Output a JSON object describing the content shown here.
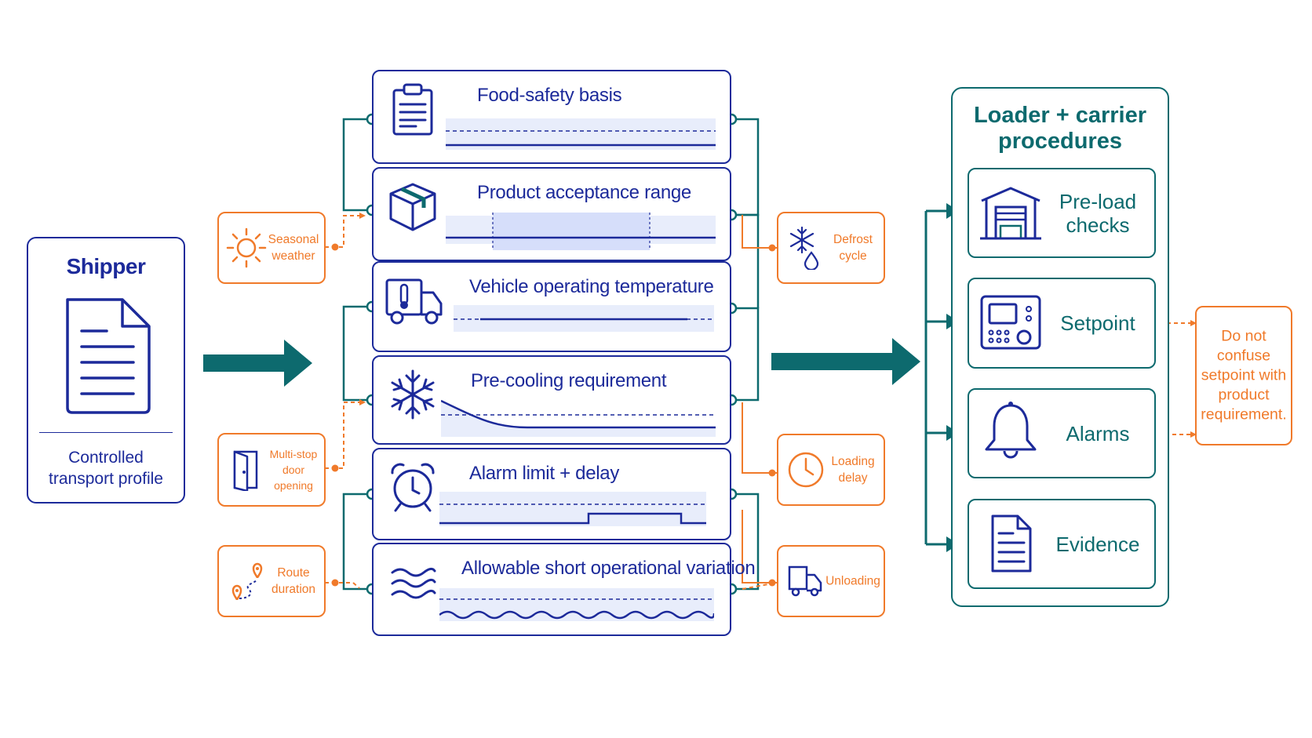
{
  "shipper": {
    "title": "Shipper",
    "subtitle_line1": "Controlled",
    "subtitle_line2": "transport profile"
  },
  "requirements": [
    {
      "label": "Food-safety basis",
      "icon": "clipboard-icon"
    },
    {
      "label": "Product acceptance range",
      "icon": "box-icon"
    },
    {
      "label": "Vehicle operating temperature",
      "icon": "refrigerated-truck-icon"
    },
    {
      "label": "Pre-cooling requirement",
      "icon": "snowflake-icon"
    },
    {
      "label": "Alarm limit + delay",
      "icon": "alarm-clock-icon"
    },
    {
      "label": "Allowable short operational variation",
      "icon": "waves-icon"
    }
  ],
  "left_factors": [
    {
      "line1": "Seasonal",
      "line2": "weather",
      "icon": "sun-icon"
    },
    {
      "line1": "Multi-stop",
      "line2": "door opening",
      "icon": "door-icon"
    },
    {
      "line1": "Route",
      "line2": "duration",
      "icon": "route-pin-icon"
    }
  ],
  "right_factors": [
    {
      "line1": "Defrost",
      "line2": "cycle",
      "icon": "snowflake-drop-icon"
    },
    {
      "line1": "Loading",
      "line2": "delay",
      "icon": "clock-icon"
    },
    {
      "line1": "Unloading",
      "line2": "",
      "icon": "hand-truck-icon"
    }
  ],
  "loader": {
    "title_line1": "Loader + carrier",
    "title_line2": "procedures",
    "items": [
      {
        "line1": "Pre-load",
        "line2": "checks",
        "icon": "warehouse-icon"
      },
      {
        "line1": "Setpoint",
        "line2": "",
        "icon": "controller-panel-icon"
      },
      {
        "line1": "Alarms",
        "line2": "",
        "icon": "bell-icon"
      },
      {
        "line1": "Evidence",
        "line2": "",
        "icon": "document-icon"
      }
    ]
  },
  "warning": {
    "line1": "Do not",
    "line2": "confuse",
    "line3": "setpoint with",
    "line4": "product",
    "line5": "requirement."
  },
  "colors": {
    "navy": "#1c2a9a",
    "teal": "#0d6a6e",
    "orange": "#f07a2a",
    "band": "#e8edfb"
  }
}
